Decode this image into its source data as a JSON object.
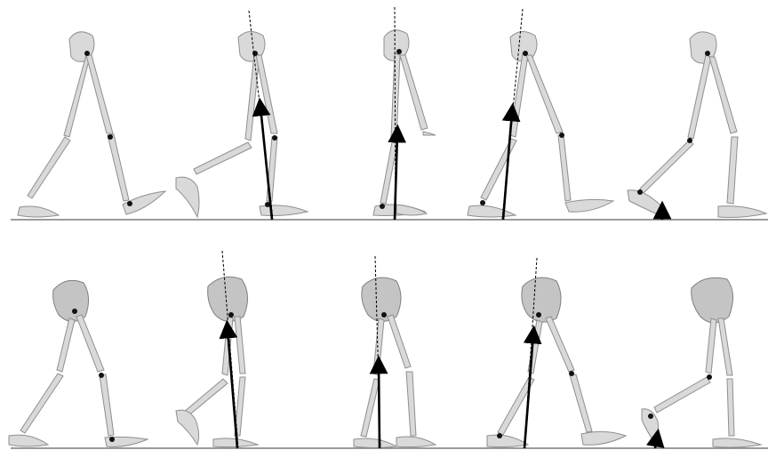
{
  "figure": {
    "rows": [
      {
        "name": "row-1",
        "frames": [
          {
            "name": "frame-1",
            "has_force_vector": false,
            "has_line_of_action": false
          },
          {
            "name": "frame-2",
            "has_force_vector": true,
            "has_line_of_action": true
          },
          {
            "name": "frame-3",
            "has_force_vector": true,
            "has_line_of_action": true
          },
          {
            "name": "frame-4",
            "has_force_vector": true,
            "has_line_of_action": true
          },
          {
            "name": "frame-5",
            "has_force_vector": true,
            "has_line_of_action": false
          }
        ]
      },
      {
        "name": "row-2",
        "frames": [
          {
            "name": "frame-1",
            "has_force_vector": false,
            "has_line_of_action": false
          },
          {
            "name": "frame-2",
            "has_force_vector": true,
            "has_line_of_action": true
          },
          {
            "name": "frame-3",
            "has_force_vector": true,
            "has_line_of_action": true
          },
          {
            "name": "frame-4",
            "has_force_vector": true,
            "has_line_of_action": true
          },
          {
            "name": "frame-5",
            "has_force_vector": true,
            "has_line_of_action": false
          }
        ]
      }
    ],
    "colors": {
      "background": "#ffffff",
      "bone": "#d9d9d9",
      "bone_outline": "#8f8f8f",
      "joint": "#111111",
      "force_vector": "#000000",
      "ground_line": "#7a7a7a"
    }
  }
}
